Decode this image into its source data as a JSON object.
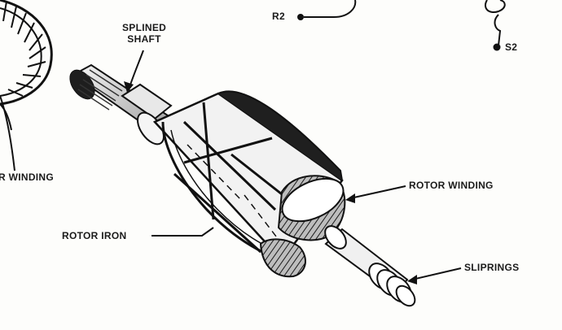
{
  "labels": {
    "splined_shaft_line1": "SPLINED",
    "splined_shaft_line2": "SHAFT",
    "stator_winding_partial": "R WINDING",
    "rotor_iron": "ROTOR IRON",
    "rotor_winding": "ROTOR WINDING",
    "sliprings": "SLIPRINGS",
    "terminal_r2": "R2",
    "terminal_s2": "S2"
  }
}
